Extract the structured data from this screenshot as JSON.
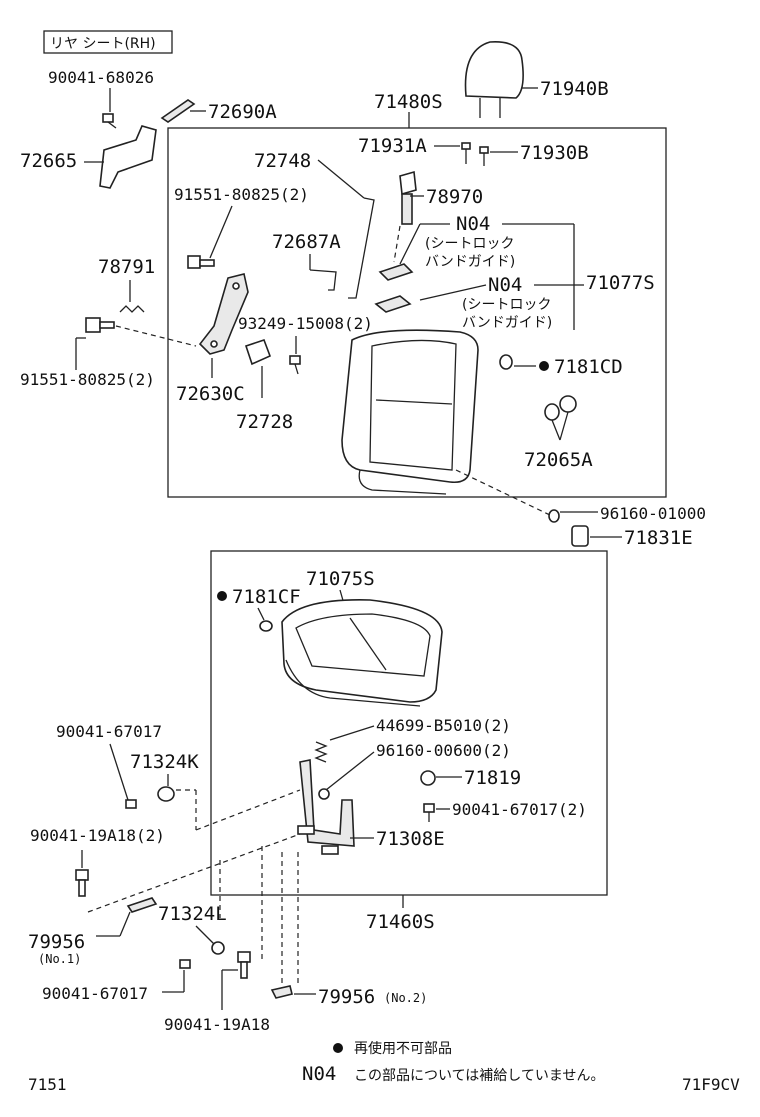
{
  "title": "リヤ シート(RH)",
  "page_code": "7151",
  "diagram_code": "71F9CV",
  "legend": {
    "dot_text": "再使用不可部品",
    "n04_code": "N04",
    "n04_text": "この部品については補給していません。"
  },
  "upper_assembly": "71480S",
  "lower_assembly": "71460S",
  "parts": {
    "p71940B": "71940B",
    "p90041_68026": "90041-68026",
    "p72690A": "72690A",
    "p72665": "72665",
    "p71931A": "71931A",
    "p71930B": "71930B",
    "p72748": "72748",
    "p78970": "78970",
    "p91551_80825_a": "91551-80825(2)",
    "p72687A": "72687A",
    "n04_a_code": "N04",
    "n04_a_l1": "(シートロック",
    "n04_a_l2": "バンドガイド)",
    "n04_b_code": "N04",
    "n04_b_l1": "(シートロック",
    "n04_b_l2": "バンドガイド)",
    "p71077S": "71077S",
    "p78791": "78791",
    "p93249_15008": "93249-15008(2)",
    "p91551_80825_b": "91551-80825(2)",
    "p72630C": "72630C",
    "p72728": "72728",
    "p7181CD": "7181CD",
    "p72065A": "72065A",
    "p96160_01000": "96160-01000",
    "p71831E": "71831E",
    "p71075S": "71075S",
    "p7181CF": "7181CF",
    "p90041_67017_a": "90041-67017",
    "p71324K": "71324K",
    "p44699_B5010": "44699-B5010(2)",
    "p96160_00600": "96160-00600(2)",
    "p71819": "71819",
    "p90041_67017_b": "90041-67017(2)",
    "p90041_19A18_a": "90041-19A18(2)",
    "p71308E": "71308E",
    "p71324L": "71324L",
    "p79956_1": "79956",
    "p79956_1_note": "(No.1)",
    "p79956_2": "79956",
    "p79956_2_note": "(No.2)",
    "p90041_67017_c": "90041-67017",
    "p90041_19A18_b": "90041-19A18"
  }
}
